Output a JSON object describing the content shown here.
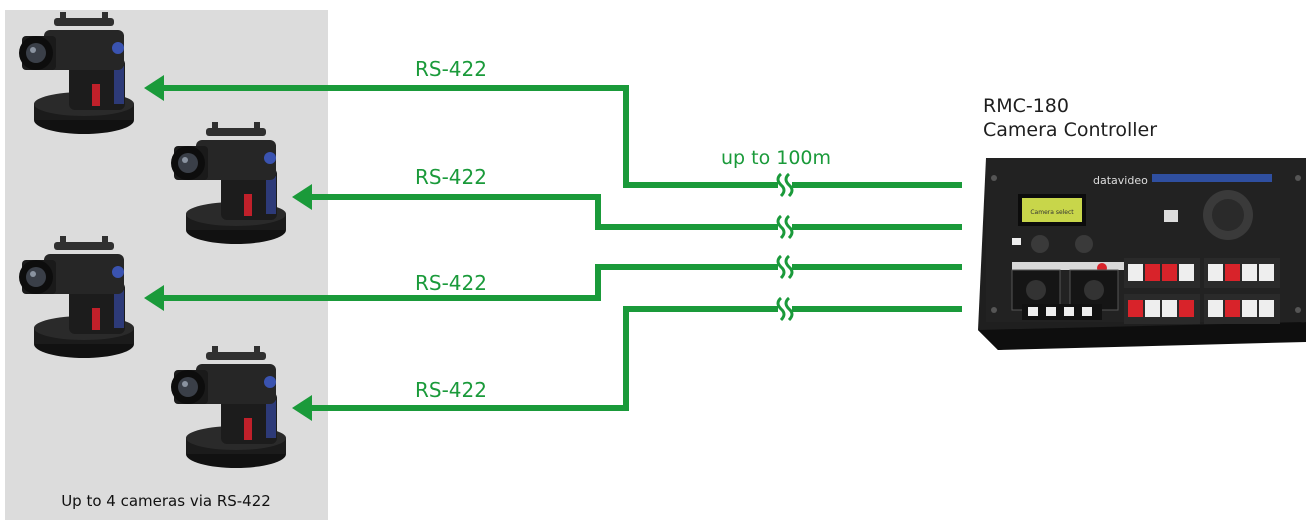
{
  "colors": {
    "cable": "#1a9a3a",
    "camera_panel": "#dcdcdc",
    "device_body": "#202020",
    "button_red": "#d8232a",
    "lcd": "#c8d64a"
  },
  "connections": [
    {
      "label": "RS-422"
    },
    {
      "label": "RS-422"
    },
    {
      "label": "RS-422"
    },
    {
      "label": "RS-422"
    }
  ],
  "distance_label": "up to 100m",
  "controller": {
    "model": "RMC-180",
    "description": "Camera Controller",
    "brand": "datavideo",
    "lcd_text": "Camera select"
  },
  "cameras_caption": "Up to 4 cameras via RS-422",
  "icons": {
    "camera": "ptz-camera-icon",
    "break": "cable-break-icon"
  }
}
